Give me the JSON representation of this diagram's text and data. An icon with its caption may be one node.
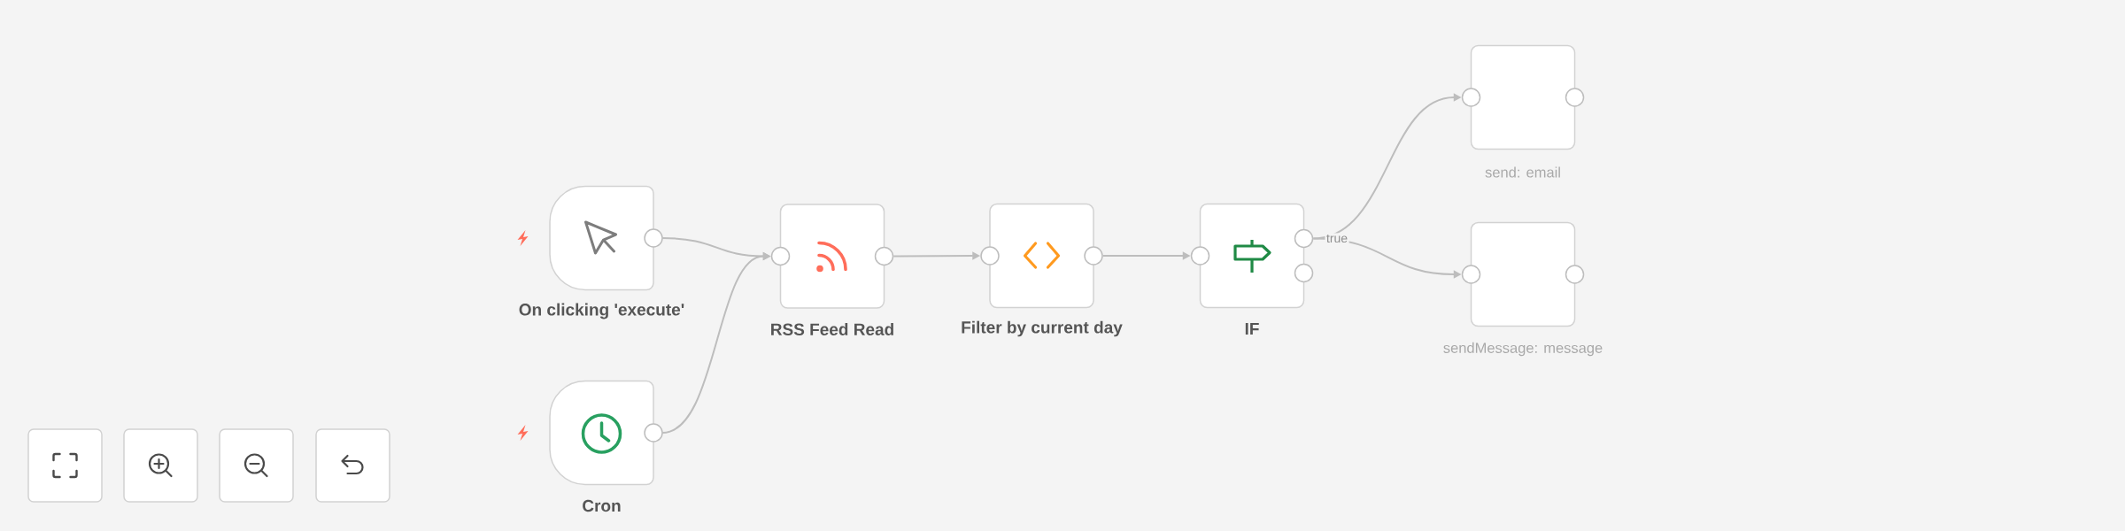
{
  "diagram": {
    "nodes": [
      {
        "text": [
          "On clicking 'execute'"
        ]
      },
      {
        "text": [
          "Cron"
        ]
      },
      {
        "text": [
          "RSS Feed Read"
        ]
      },
      {
        "text": [
          "Filter by current day"
        ]
      },
      {
        "text": [
          "IF"
        ]
      },
      {
        "text": [
          "send: email"
        ]
      },
      {
        "text": [
          "sendMessage: message"
        ]
      }
    ],
    "edges": [
      {
        "from": 0,
        "to": 2,
        "arrow": "to"
      },
      {
        "from": 1,
        "to": 2,
        "arrow": "to"
      },
      {
        "from": 2,
        "to": 3,
        "arrow": "to"
      },
      {
        "from": 3,
        "to": 4,
        "arrow": "to"
      },
      {
        "from": 4,
        "to": 5,
        "arrow": "to"
      },
      {
        "from": 4,
        "to": 6,
        "arrow": "to"
      }
    ],
    "labels": [
      "true"
    ]
  }
}
